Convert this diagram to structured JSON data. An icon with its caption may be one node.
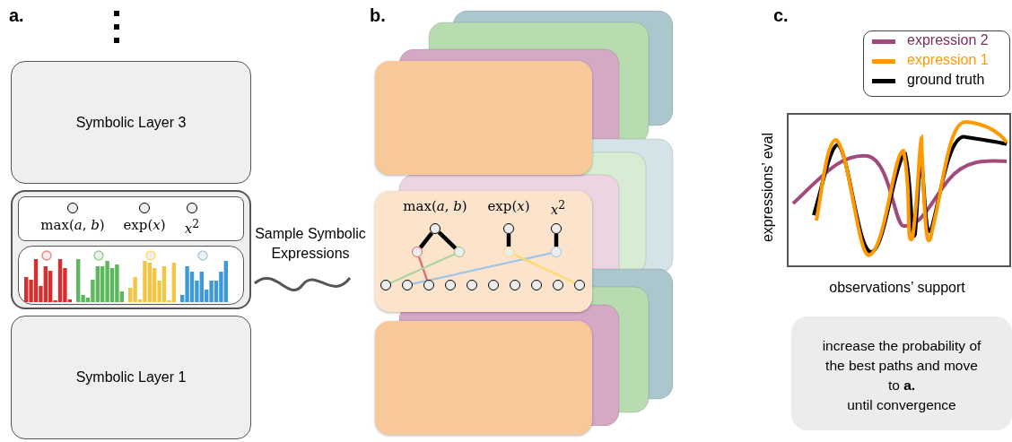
{
  "diagram": {
    "nodes": [
      {
        "text": [
          "Symbolic Layer 3"
        ]
      },
      {
        "text": [],
        "shape": "box"
      },
      {
        "text": [
          "max(*a*, *b*)",
          "exp(*x*)",
          "*x*$^{2}$"
        ],
        "in": 1
      },
      {
        "text": [],
        "shape": "box",
        "in": 1
      },
      {
        "text": [
          "Symbolic Layer 1"
        ]
      },
      {
        "text": [],
        "shape": "box"
      },
      {
        "text": [
          "max(*a*, *b*)",
          "exp(*x*)",
          "*x*$^{2}$"
        ]
      },
      {
        "text": [],
        "shape": "box"
      },
      {
        "text": [],
        "shape": "circle",
        "in": 6
      },
      {
        "text": [],
        "shape": "circle",
        "in": 6
      },
      {
        "text": [],
        "shape": "circle",
        "in": 6
      },
      {
        "text": [],
        "shape": "circle",
        "in": 6
      },
      {
        "text": [],
        "shape": "circle",
        "in": 6
      },
      {
        "text": [],
        "shape": "circle",
        "in": 6
      },
      {
        "text": [],
        "shape": "circle",
        "in": 6
      },
      {
        "text": [],
        "shape": "circle",
        "in": 6
      },
      {
        "text": [],
        "shape": "circle",
        "in": 6
      },
      {
        "text": [],
        "shape": "circle",
        "in": 6
      },
      {
        "text": [],
        "shape": "circle",
        "in": 6
      },
      {
        "text": [],
        "shape": "circle",
        "in": 6
      },
      {
        "text": [],
        "shape": "circle",
        "in": 6
      },
      {
        "text": [],
        "shape": "circle",
        "in": 6
      },
      {
        "text": [],
        "shape": "circle",
        "in": 6
      },
      {
        "text": [],
        "shape": "circle",
        "in": 6
      },
      {
        "text": [],
        "shape": "circle",
        "in": 6
      },
      {
        "text": [
          "increase the probability of the best paths and move to **a.**",
          "until convergence"
        ]
      }
    ],
    "edges": [
      {
        "from": 8,
        "to": 11,
        "arrow": "none",
        "style": "thick",
        "color": "#000000"
      },
      {
        "from": 8,
        "to": 12,
        "arrow": "none",
        "style": "thick",
        "color": "#000000"
      },
      {
        "from": 9,
        "to": 13,
        "arrow": "none",
        "style": "thick",
        "color": "#000000"
      },
      {
        "from": 10,
        "to": 14,
        "arrow": "none",
        "style": "thick",
        "color": "#000000"
      },
      {
        "from": 11,
        "to": 17,
        "arrow": "none",
        "color": "#e06666"
      },
      {
        "from": 12,
        "to": 15,
        "arrow": "none",
        "color": "#a8d5a0"
      },
      {
        "from": 14,
        "to": 16,
        "arrow": "none",
        "color": "#9fc5e8"
      },
      {
        "from": 13,
        "to": 24,
        "arrow": "none",
        "color": "#ffd966"
      }
    ],
    "labels": [
      "a.",
      "b.",
      "c.",
      "Sample Symbolic Expressions",
      "expressions’ eval",
      "observations’ support"
    ],
    "legend": [
      {
        "text": "expression 2"
      },
      {
        "text": "expression 1"
      },
      {
        "text": "ground truth"
      }
    ]
  }
}
